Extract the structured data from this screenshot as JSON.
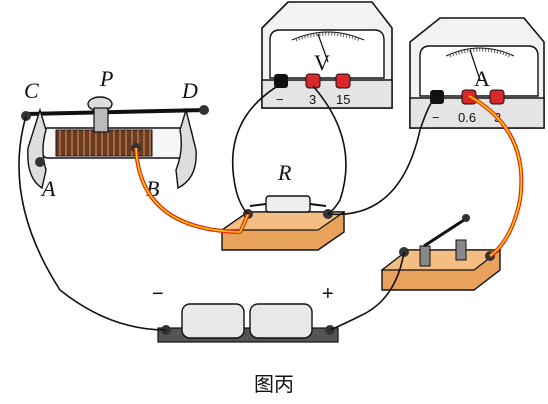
{
  "labels": {
    "rheostat_c": "C",
    "rheostat_p": "P",
    "rheostat_d": "D",
    "rheostat_a": "A",
    "rheostat_b": "B",
    "resistor": "R"
  },
  "voltmeter": {
    "symbol": "V",
    "terminal_minus": "−",
    "terminal_low": "3",
    "terminal_high": "15"
  },
  "ammeter": {
    "symbol": "A",
    "terminal_minus": "−",
    "terminal_low": "0.6",
    "terminal_high": "3"
  },
  "battery": {
    "minus": "−",
    "plus": "+"
  },
  "caption": "图丙",
  "colors": {
    "wire": "#111111",
    "highlight_wire_outer": "#e8261c",
    "highlight_wire_inner": "#f5d300",
    "board": "#e9a25b",
    "terminal_red": "#d9282a",
    "terminal_black": "#111111"
  }
}
